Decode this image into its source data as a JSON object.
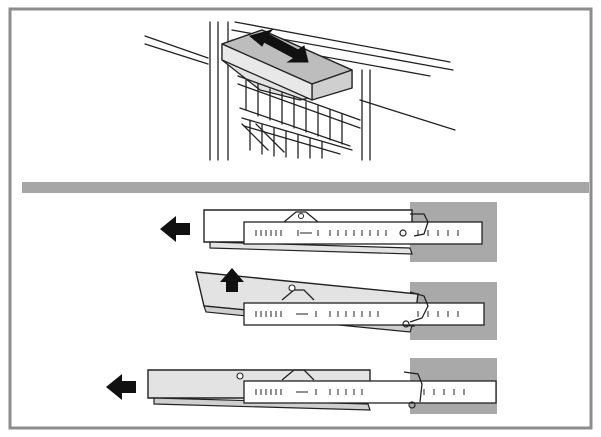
{
  "figure": {
    "top_panel": {
      "subject": "drawer-handle-closeup"
    },
    "bottom_panel": {
      "steps": [
        {
          "id": "step-1",
          "action": "pull-out",
          "arrow_direction": "left"
        },
        {
          "id": "step-2",
          "action": "lift-up",
          "arrow_direction": "up"
        },
        {
          "id": "step-3",
          "action": "remove",
          "arrow_direction": "left"
        }
      ]
    },
    "colors": {
      "line": "#222222",
      "frame": "#8c8c8c",
      "divider": "#a6a6a6",
      "rail_block": "#a9a9a9",
      "panel_fill": "#e3e3e3",
      "arrow": "#111111"
    }
  }
}
